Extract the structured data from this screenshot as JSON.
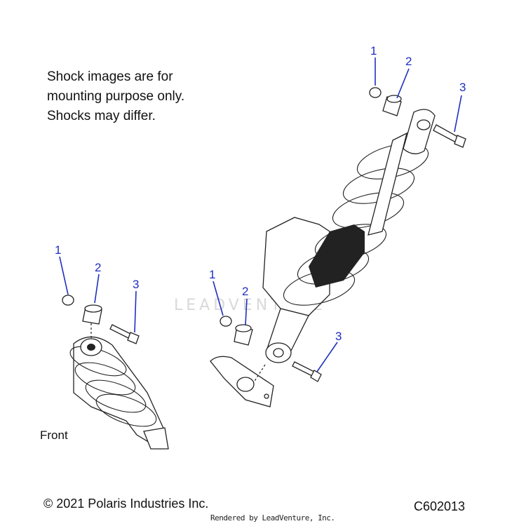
{
  "note": {
    "line1": "Shock images are for",
    "line2": "mounting purpose only.",
    "line3": "Shocks may differ."
  },
  "label_front": "Front",
  "copyright": "© 2021 Polaris Industries Inc.",
  "diagram_code": "C602013",
  "rendered_by": "Rendered by LeadVenture, Inc.",
  "watermark": "LEADVENTURE",
  "callouts": {
    "rear_1": "1",
    "rear_2": "2",
    "rear_3": "3",
    "front_1": "1",
    "front_2": "2",
    "front_3": "3",
    "mid_1": "1",
    "mid_2": "2",
    "mid_3": "3"
  }
}
